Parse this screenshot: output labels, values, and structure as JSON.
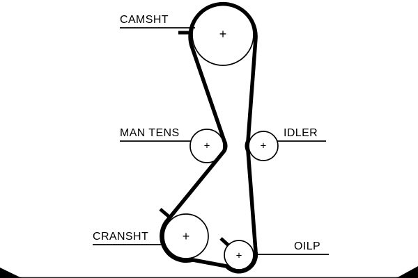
{
  "diagram": {
    "type": "timing-belt-routing-diagram",
    "background": "#ffffff",
    "line_color": "#000000",
    "center_mark": "+",
    "labels": {
      "camshaft": "CAMSHT",
      "tensioner": "MAN TENS",
      "idler": "IDLER",
      "crankshaft": "CRANSHT",
      "oil_pump": "OILP"
    },
    "components": [
      {
        "id": "camshaft",
        "label": "CAMSHT",
        "shape": "circle",
        "has_timing_mark": true
      },
      {
        "id": "tensioner",
        "label": "MAN TENS",
        "shape": "circle",
        "has_timing_mark": false
      },
      {
        "id": "idler",
        "label": "IDLER",
        "shape": "circle",
        "has_timing_mark": false
      },
      {
        "id": "crankshaft",
        "label": "CRANSHT",
        "shape": "circle",
        "has_timing_mark": true
      },
      {
        "id": "oil_pump",
        "label": "OILP",
        "shape": "circle",
        "has_timing_mark": true
      }
    ]
  }
}
